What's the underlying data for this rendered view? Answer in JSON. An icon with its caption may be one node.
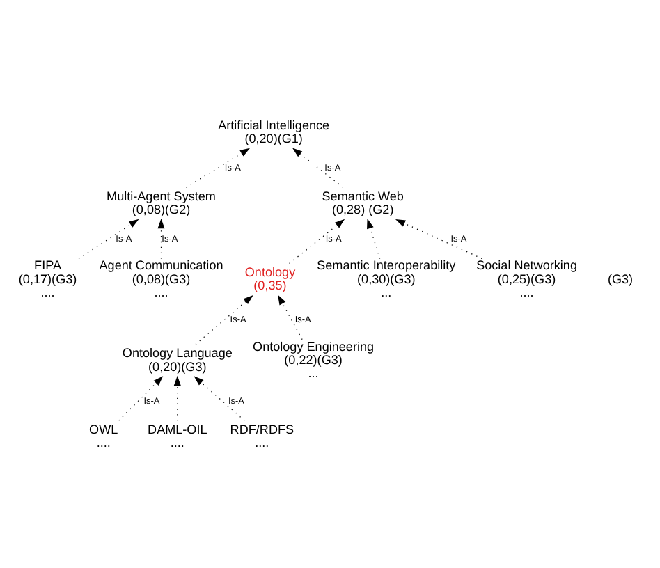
{
  "diagram": {
    "nodes": [
      {
        "text": [
          "Artificial Intelligence",
          "(0,20)(G1)"
        ]
      },
      {
        "text": [
          "Multi-Agent System",
          "(0,08)(G2)"
        ]
      },
      {
        "text": [
          "Semantic Web",
          "(0,28) (G2)"
        ]
      },
      {
        "text": [
          "FIPA",
          "(0,17)(G3)",
          "...."
        ]
      },
      {
        "text": [
          "Agent Communication",
          "(0,08)(G3)",
          "...."
        ]
      },
      {
        "text": [
          "Ontology",
          "(0,35)"
        ]
      },
      {
        "text": [
          "Semantic Interoperability",
          "(0,30)(G3)",
          "..."
        ]
      },
      {
        "text": [
          "Social Networking",
          "(0,25)(G3)",
          "...."
        ]
      },
      {
        "text": [
          "Ontology Language",
          "(0,20)(G3)"
        ]
      },
      {
        "text": [
          "Ontology Engineering",
          "(0,22)(G3)",
          "..."
        ]
      },
      {
        "text": [
          "OWL",
          "...."
        ]
      },
      {
        "text": [
          "DAML-OIL",
          "...."
        ]
      },
      {
        "text": [
          "RDF/RDFS",
          "...."
        ]
      }
    ],
    "edges": [
      {
        "from": 1,
        "to": 0,
        "arrow": "to",
        "label": "Is-A",
        "style": "dashed"
      },
      {
        "from": 2,
        "to": 0,
        "arrow": "to",
        "label": "Is-A",
        "style": "dashed"
      },
      {
        "from": 3,
        "to": 1,
        "arrow": "to",
        "label": "Is-A",
        "style": "dashed"
      },
      {
        "from": 4,
        "to": 1,
        "arrow": "to",
        "label": "Is-A",
        "style": "dashed"
      },
      {
        "from": 5,
        "to": 2,
        "arrow": "to",
        "label": "Is-A",
        "style": "dashed"
      },
      {
        "from": 6,
        "to": 2,
        "arrow": "to",
        "style": "dashed"
      },
      {
        "from": 7,
        "to": 2,
        "arrow": "to",
        "label": "Is-A",
        "style": "dashed"
      },
      {
        "from": 8,
        "to": 5,
        "arrow": "to",
        "label": "Is-A",
        "style": "dashed"
      },
      {
        "from": 9,
        "to": 5,
        "arrow": "to",
        "label": "Is-A",
        "style": "dashed"
      },
      {
        "from": 10,
        "to": 8,
        "arrow": "to",
        "label": "Is-A",
        "style": "dashed"
      },
      {
        "from": 11,
        "to": 8,
        "arrow": "to",
        "style": "dashed"
      },
      {
        "from": 12,
        "to": 8,
        "arrow": "to",
        "label": "Is-A",
        "style": "dashed"
      }
    ],
    "labels": [
      "(G3)"
    ]
  }
}
